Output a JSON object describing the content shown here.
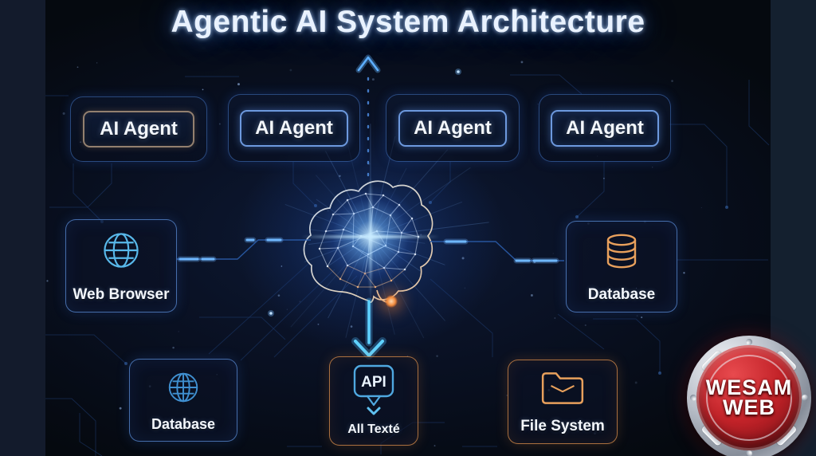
{
  "title": "Agentic AI System Architecture",
  "agents": {
    "labels": [
      "AI Agent",
      "AI Agent",
      "AI Agent",
      "AI Agent"
    ]
  },
  "nodes": {
    "web_browser": {
      "label": "Web Browser"
    },
    "database_right": {
      "label": "Database"
    },
    "database_bottom": {
      "label": "Database"
    },
    "api": {
      "bubble": "API",
      "label": "All Texté"
    },
    "file_system": {
      "label": "File System"
    }
  },
  "logo": {
    "line1": "WESAM",
    "line2": "WEB"
  },
  "colors": {
    "background": "#070c18",
    "accent_blue": "#4da3ff",
    "accent_orange": "#e0924e",
    "title_text": "#e9f2ff",
    "box_border_blue": "#6d99de",
    "logo_red": "#c32329"
  }
}
